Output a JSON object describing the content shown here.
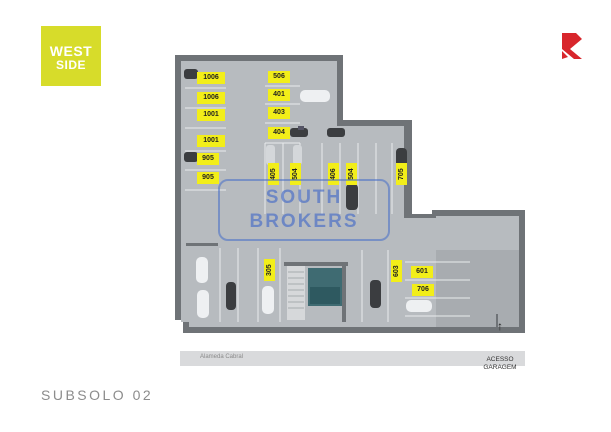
{
  "logo": {
    "line1": "WEST",
    "line2": "SIDE"
  },
  "watermark": {
    "line1": "SOUTH",
    "line2": "BROKERS"
  },
  "spots": [
    "1006",
    "1006",
    "1001",
    "1001",
    "905",
    "905",
    "506",
    "401",
    "403",
    "404",
    "405",
    "504",
    "406",
    "504",
    "705",
    "305",
    "603",
    "601",
    "706"
  ],
  "street_name": "Alameda Cabral",
  "entry": {
    "line1": "ACESSO",
    "line2": "GARAGEM"
  },
  "floor_title": "SUBSOLO 02",
  "colors": {
    "logo_bg": "#d7dc2a",
    "label_bg": "#f2ee19",
    "brand_red": "#d8262c",
    "floor": "#b7bbbf",
    "walls": "#6f7377"
  }
}
